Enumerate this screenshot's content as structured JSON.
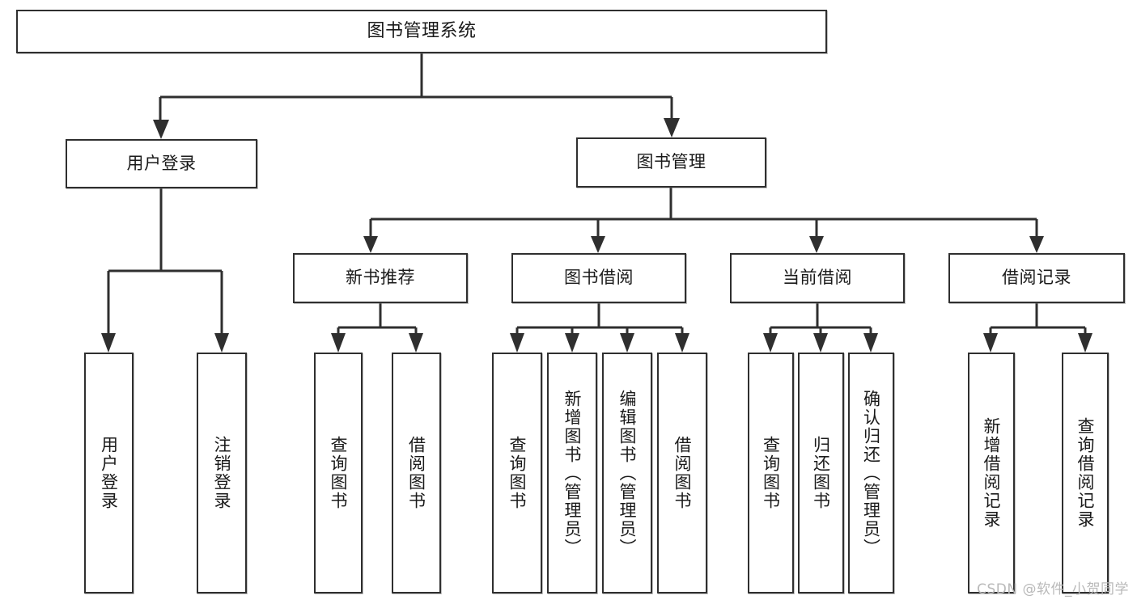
{
  "diagram": {
    "type": "tree-hierarchy",
    "title": "图书管理系统",
    "watermark": "CSDN @软件_小贺同学",
    "colors": {
      "stroke": "#2f2f2f",
      "fill": "#ffffff",
      "text": "#1a1a1a",
      "watermark": "#b9b9b9"
    },
    "nodes": {
      "root": {
        "label": "图书管理系统"
      },
      "level2": [
        {
          "label": "用户登录"
        },
        {
          "label": "图书管理"
        }
      ],
      "level3": [
        {
          "label": "新书推荐"
        },
        {
          "label": "图书借阅"
        },
        {
          "label": "当前借阅"
        },
        {
          "label": "借阅记录"
        }
      ],
      "leaves": {
        "user_login": [
          {
            "label": "用户登录"
          },
          {
            "label": "注销登录"
          }
        ],
        "new_book": [
          {
            "label": "查询图书"
          },
          {
            "label": "借阅图书"
          }
        ],
        "book_borrow": [
          {
            "label": "查询图书"
          },
          {
            "label": "新增图书（管理员）"
          },
          {
            "label": "编辑图书（管理员）"
          },
          {
            "label": "借阅图书"
          }
        ],
        "current_borrow": [
          {
            "label": "查询图书"
          },
          {
            "label": "归还图书"
          },
          {
            "label": "确认归还（管理员）"
          }
        ],
        "borrow_record": [
          {
            "label": "新增借阅记录"
          },
          {
            "label": "查询借阅记录"
          }
        ]
      }
    }
  }
}
